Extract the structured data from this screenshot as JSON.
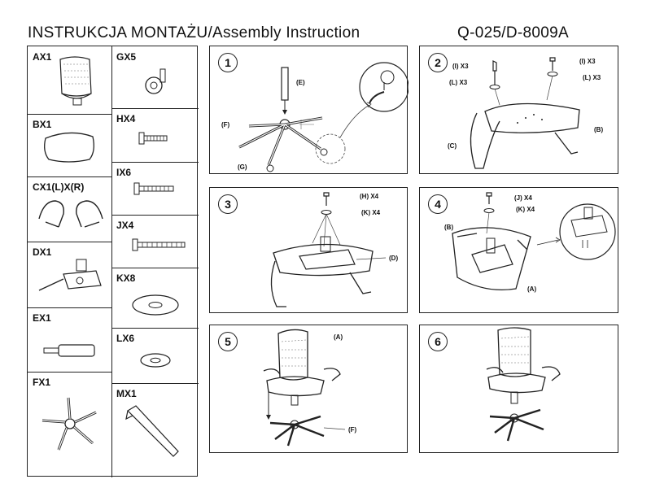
{
  "header": {
    "title": "INSTRUKCJA  MONTAŻU/Assembly  Instruction",
    "model": "Q-025/D-8009A"
  },
  "parts": [
    {
      "code": "AX1",
      "icon": "seat-back-icon"
    },
    {
      "code": "BX1",
      "icon": "seat-cushion-icon"
    },
    {
      "code": "CX1(L)X(R)",
      "icon": "armrests-icon"
    },
    {
      "code": "DX1",
      "icon": "mechanism-icon"
    },
    {
      "code": "EX1",
      "icon": "gas-lift-icon"
    },
    {
      "code": "FX1",
      "icon": "five-star-base-icon"
    },
    {
      "code": "GX5",
      "icon": "caster-icon"
    },
    {
      "code": "HX4",
      "icon": "bolt-icon"
    },
    {
      "code": "IX6",
      "icon": "bolt-icon"
    },
    {
      "code": "JX4",
      "icon": "long-bolt-icon"
    },
    {
      "code": "KX8",
      "icon": "large-washer-icon"
    },
    {
      "code": "LX6",
      "icon": "small-washer-icon"
    },
    {
      "code": "MX1",
      "icon": "allen-key-icon"
    }
  ],
  "steps": [
    {
      "num": "1",
      "labels": {
        "e": "(E)",
        "f": "(F)",
        "g": "(G)"
      }
    },
    {
      "num": "2",
      "labels": {
        "i1": "(I) X3",
        "i2": "(I) X3",
        "l1": "(L) X3",
        "l2": "(L) X3",
        "b": "(B)",
        "c": "(C)"
      }
    },
    {
      "num": "3",
      "labels": {
        "h": "(H) X4",
        "k": "(K) X4",
        "d": "(D)"
      }
    },
    {
      "num": "4",
      "labels": {
        "j": "(J) X4",
        "k": "(K) X4",
        "b": "(B)",
        "a": "(A)"
      }
    },
    {
      "num": "5",
      "labels": {
        "a": "(A)",
        "f": "(F)"
      }
    },
    {
      "num": "6",
      "labels": {}
    }
  ]
}
